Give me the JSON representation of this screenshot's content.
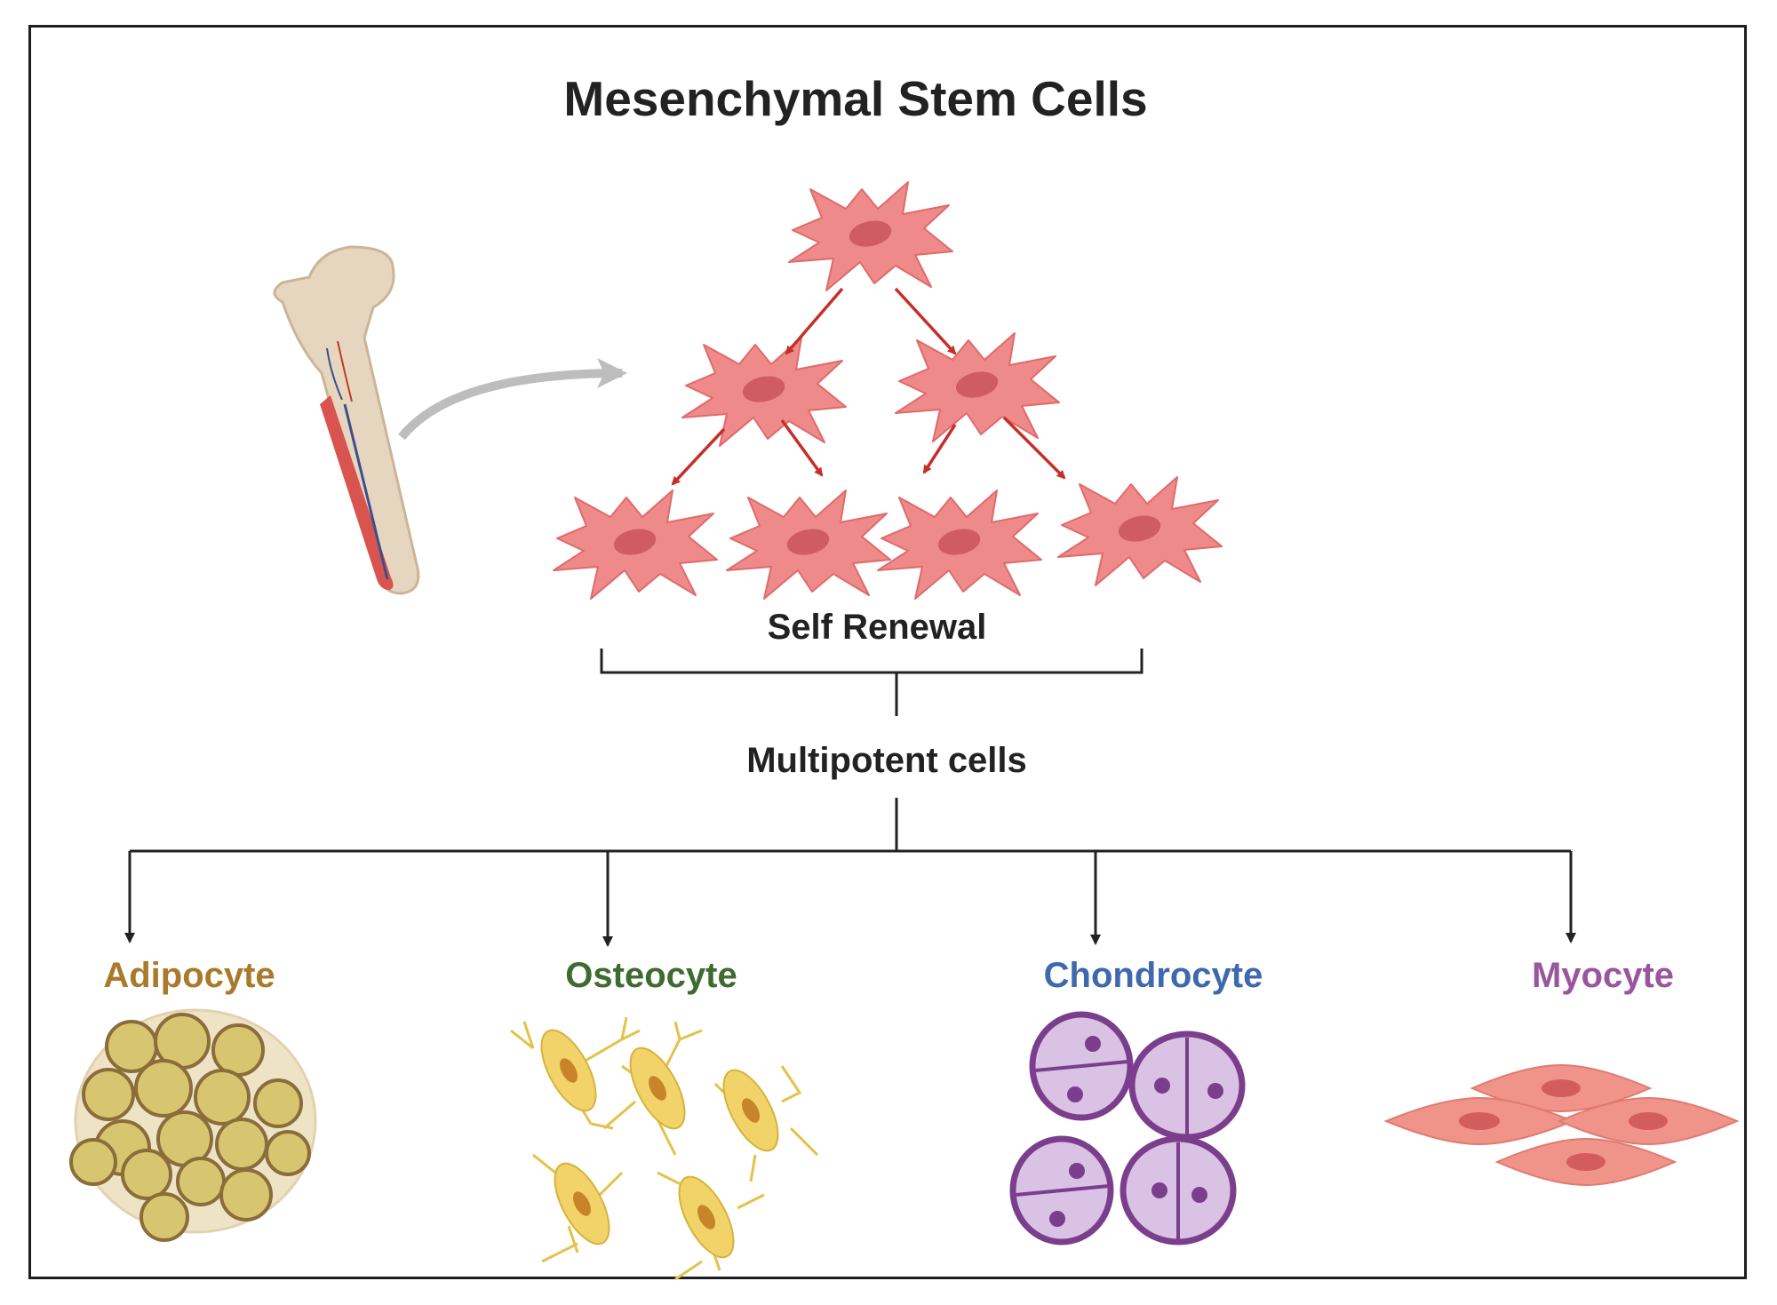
{
  "title": "Mesenchymal Stem Cells",
  "self_renewal_label": "Self Renewal",
  "multipotent_label": "Multipotent cells",
  "cell_types": [
    {
      "name": "Adipocyte",
      "color": "#a97a2c"
    },
    {
      "name": "Osteocyte",
      "color": "#3e6b2f"
    },
    {
      "name": "Chondrocyte",
      "color": "#3e69ad"
    },
    {
      "name": "Myocyte",
      "color": "#9a569d"
    }
  ],
  "colors": {
    "stem_cell": "#ef8a8a",
    "stem_nucleus": "#cf5b63",
    "division_arrow": "#c62f2a",
    "connector": "#222222",
    "bone": "#e6d6bf",
    "marrow": "#d9544f"
  },
  "icons": [
    "femur-bone-icon",
    "stem-cell-icon",
    "adipocyte-cluster-icon",
    "osteocyte-network-icon",
    "chondrocyte-cluster-icon",
    "myocyte-group-icon"
  ]
}
